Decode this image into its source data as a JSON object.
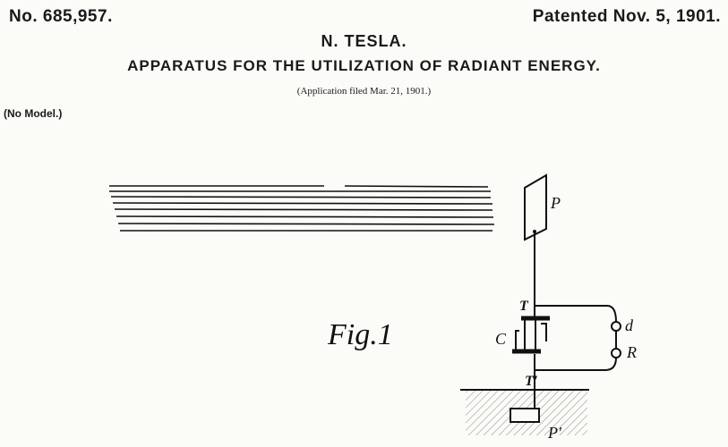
{
  "header": {
    "patent_number": "No. 685,957.",
    "patent_date": "Patented Nov. 5, 1901.",
    "inventor": "N. TESLA.",
    "title": "APPARATUS FOR THE UTILIZATION OF RADIANT ENERGY.",
    "application": "(Application filed Mar. 21, 1901.)",
    "model": "(No Model.)"
  },
  "figure": {
    "label": "Fig.1",
    "parts": {
      "plate": "P",
      "terminal_top": "T",
      "condenser": "C",
      "device": "d",
      "resistor": "R",
      "terminal_bottom": "T'",
      "ground_plate": "P'"
    }
  },
  "colors": {
    "ink": "#1a1a1a",
    "paper": "#fbfbf8"
  }
}
